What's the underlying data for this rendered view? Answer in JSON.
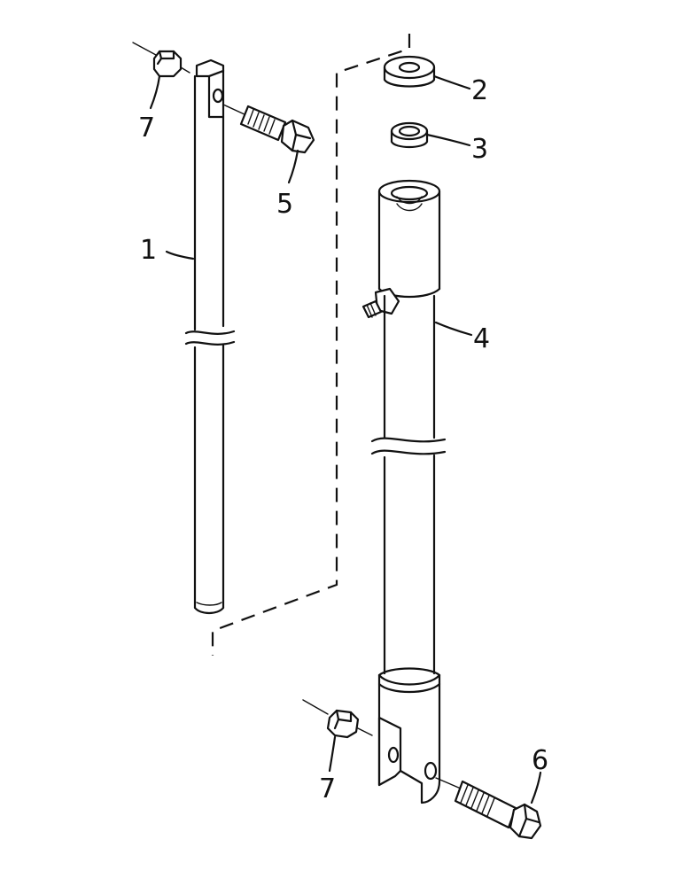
{
  "callouts": [
    {
      "id": "part-1",
      "number": "1"
    },
    {
      "id": "part-2",
      "number": "2"
    },
    {
      "id": "part-3",
      "number": "3"
    },
    {
      "id": "part-4",
      "number": "4"
    },
    {
      "id": "part-5",
      "number": "5"
    },
    {
      "id": "part-6",
      "number": "6"
    },
    {
      "id": "part-7-top",
      "number": "7"
    },
    {
      "id": "part-7-bottom",
      "number": "7"
    }
  ]
}
